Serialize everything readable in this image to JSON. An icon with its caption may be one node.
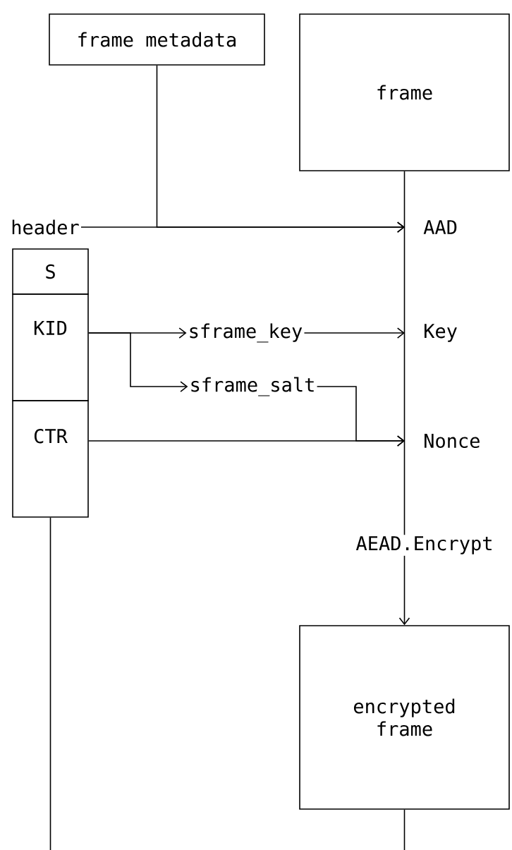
{
  "diagram": {
    "nodes": [
      {
        "text": [
          "frame metadata"
        ]
      },
      {
        "text": [
          "frame"
        ]
      },
      {
        "text": [
          "header"
        ]
      },
      {
        "text": [
          "S"
        ]
      },
      {
        "text": [
          "KID"
        ]
      },
      {
        "text": [
          "CTR"
        ]
      },
      {
        "text": [
          "sframe_key"
        ]
      },
      {
        "text": [
          "sframe_salt"
        ]
      },
      {
        "text": [
          "AAD"
        ]
      },
      {
        "text": [
          "Key"
        ]
      },
      {
        "text": [
          "Nonce"
        ]
      },
      {
        "text": [
          "AEAD.Encrypt"
        ]
      },
      {
        "text": [
          "encrypted frame"
        ]
      }
    ],
    "edges": [
      {
        "from": 2,
        "to": 8,
        "arrow": "to"
      },
      {
        "from": 0,
        "to": 8,
        "arrow": "to"
      },
      {
        "from": 4,
        "to": 6,
        "arrow": "to"
      },
      {
        "from": 4,
        "to": 7,
        "arrow": "to"
      },
      {
        "from": 6,
        "to": 9,
        "arrow": "to"
      },
      {
        "from": 7,
        "to": 10,
        "arrow": "to"
      },
      {
        "from": 5,
        "to": 10,
        "arrow": "to"
      },
      {
        "from": 1,
        "to": 11,
        "arrow": "none"
      },
      {
        "from": 11,
        "to": 12,
        "arrow": "to"
      },
      {
        "from": 5,
        "to": null,
        "arrow": "none"
      },
      {
        "from": 12,
        "to": null,
        "arrow": "none"
      }
    ]
  }
}
